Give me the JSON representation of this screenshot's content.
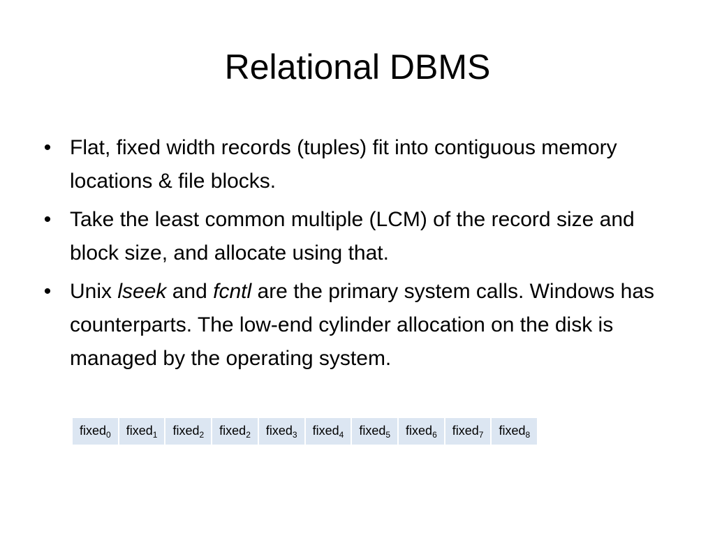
{
  "slide": {
    "title": "Relational DBMS",
    "bullet_glyph": "•",
    "bullets": [
      {
        "text": "Flat, fixed width records (tuples) fit into contiguous memory locations & file blocks."
      },
      {
        "text": "Take the least common multiple (LCM) of the record size and block size, and allocate using that."
      },
      {
        "prefix": "Unix ",
        "term1": "lseek",
        "middle": " and ",
        "term2": "fcntl",
        "suffix": " are the primary system calls. Windows has counterparts. The low-end cylinder allocation on the disk is managed by the operating system."
      }
    ],
    "records": {
      "fill_color": "#dce6f2",
      "border_color": "#ffffff",
      "cells": [
        {
          "label": "fixed",
          "sub": "0"
        },
        {
          "label": "fixed",
          "sub": "1"
        },
        {
          "label": "fixed",
          "sub": "2"
        },
        {
          "label": "fixed",
          "sub": "2"
        },
        {
          "label": "fixed",
          "sub": "3"
        },
        {
          "label": "fixed",
          "sub": "4"
        },
        {
          "label": "fixed",
          "sub": "5"
        },
        {
          "label": "fixed",
          "sub": "6"
        },
        {
          "label": "fixed",
          "sub": "7"
        },
        {
          "label": "fixed",
          "sub": "8"
        }
      ]
    }
  }
}
